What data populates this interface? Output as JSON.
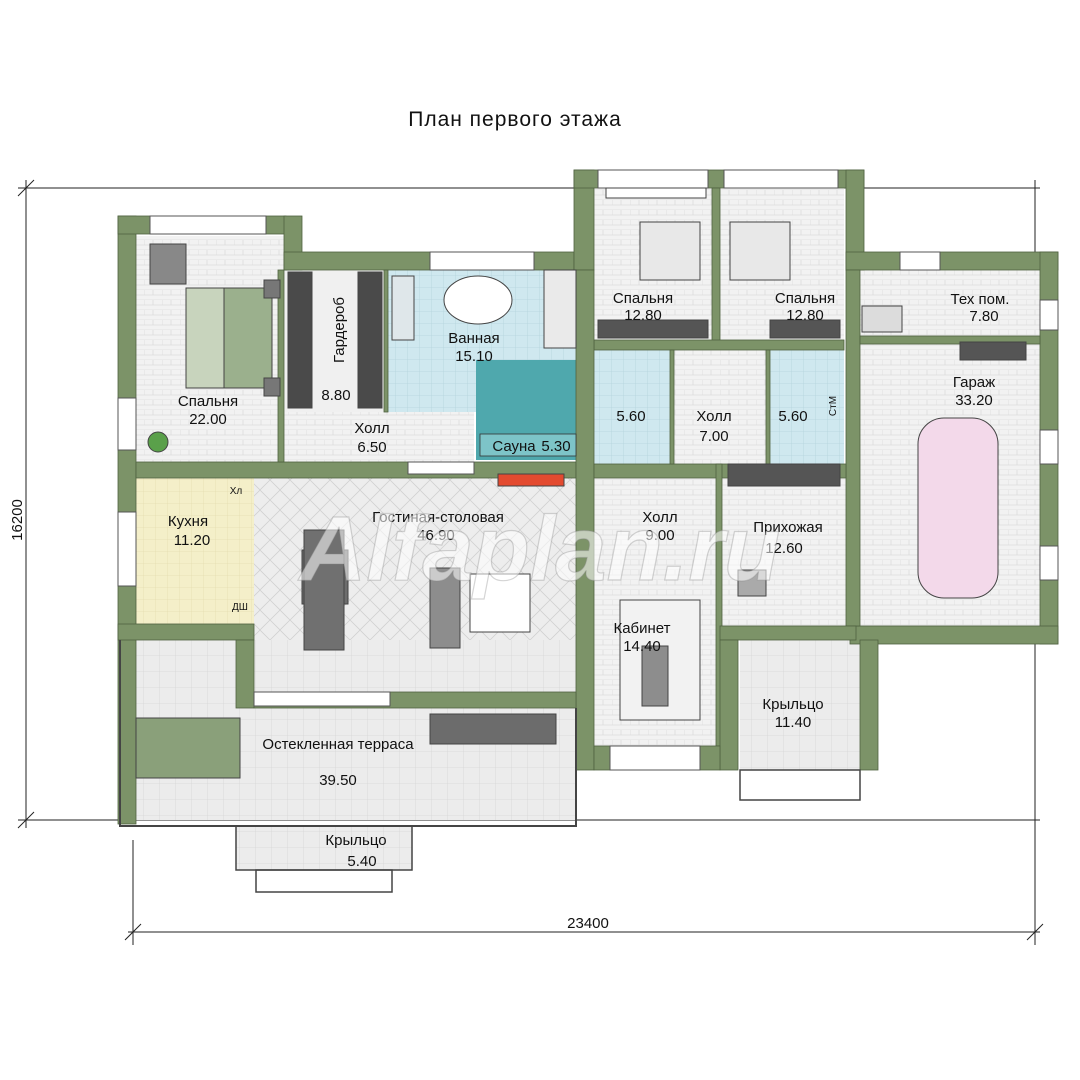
{
  "title": "План первого этажа",
  "rooms": {
    "bedroom_main": {
      "name": "Спальня",
      "area": "22.00"
    },
    "wardrobe": {
      "name": "Гардероб",
      "area": "8.80"
    },
    "bathroom": {
      "name": "Ванная",
      "area": "15.10"
    },
    "hall_left": {
      "name": "Холл",
      "area": "6.50"
    },
    "sauna": {
      "name": "Сауна",
      "area": "5.30"
    },
    "bedroom_2": {
      "name": "Спальня",
      "area": "12.80"
    },
    "bedroom_3": {
      "name": "Спальня",
      "area": "12.80"
    },
    "bath_small_1": {
      "area": "5.60"
    },
    "bath_small_2": {
      "area": "5.60"
    },
    "hall_center": {
      "name": "Холл",
      "area": "7.00"
    },
    "tech_room": {
      "name": "Тех пом.",
      "area": "7.80"
    },
    "garage": {
      "name": "Гараж",
      "area": "33.20"
    },
    "kitchen": {
      "name": "Кухня",
      "area": "11.20"
    },
    "living_dining": {
      "name": "Гостиная-столовая",
      "area": "46.90"
    },
    "hall_lower": {
      "name": "Холл",
      "area": "9.00"
    },
    "entrance_hall": {
      "name": "Прихожая",
      "area": "12.60"
    },
    "office": {
      "name": "Кабинет",
      "area": "14.40"
    },
    "porch_right": {
      "name": "Крыльцо",
      "area": "11.40"
    },
    "terrace": {
      "name": "Остекленная терраса",
      "area": "39.50"
    },
    "porch_bottom": {
      "name": "Крыльцо",
      "area": "5.40"
    }
  },
  "fixture_labels": {
    "kitchen_xn": "Хл",
    "kitchen_dw": "ДШ",
    "laundry": "СтМ"
  },
  "dimensions": {
    "width": "23400",
    "height": "16200"
  },
  "watermark": "Alfaplan.ru"
}
